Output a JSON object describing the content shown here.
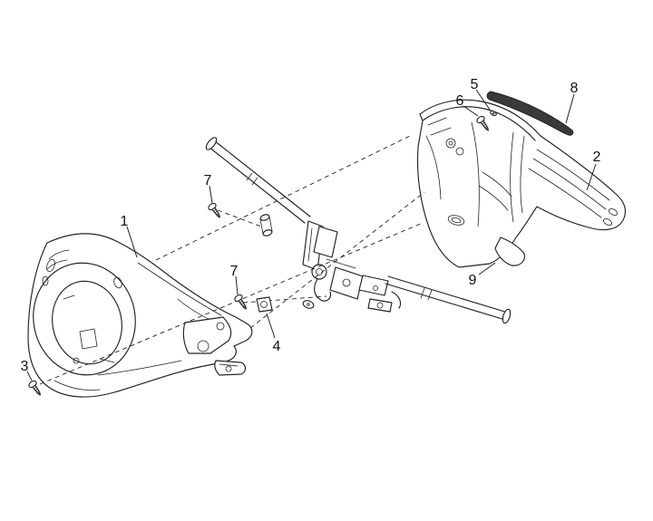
{
  "diagram": {
    "background_color": "#ffffff",
    "line_color": "#222222",
    "label_color": "#111111"
  },
  "callouts": [
    {
      "label": "1"
    },
    {
      "label": "2"
    },
    {
      "label": "3"
    },
    {
      "label": "4"
    },
    {
      "label": "5"
    },
    {
      "label": "6"
    },
    {
      "label": "7"
    },
    {
      "label": "7"
    },
    {
      "label": "8"
    },
    {
      "label": "9"
    }
  ]
}
